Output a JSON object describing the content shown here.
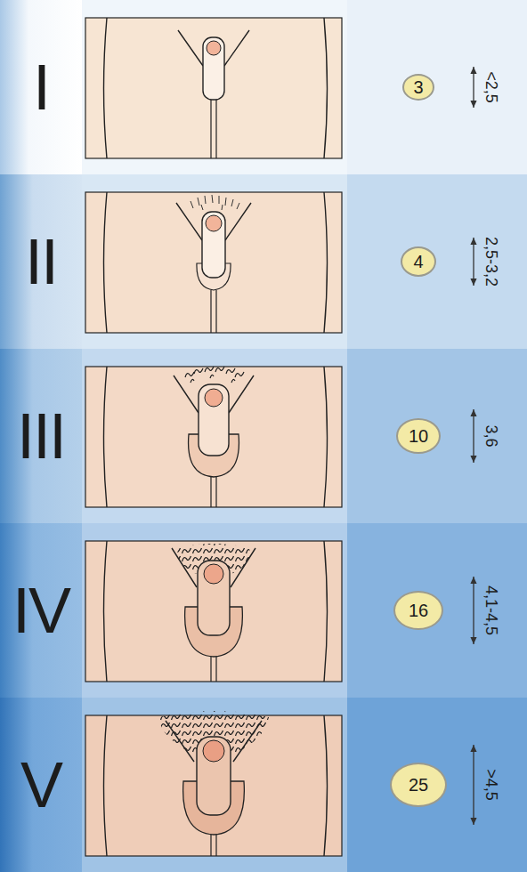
{
  "diagram": {
    "nodes": [
      {
        "text": [
          "3"
        ]
      },
      {
        "text": [
          "4"
        ]
      },
      {
        "text": [
          "10"
        ]
      },
      {
        "text": [
          "16"
        ]
      },
      {
        "text": [
          "25"
        ]
      }
    ],
    "labels": [
      "I",
      "<2,5",
      "II",
      "2,5-3,2",
      "III",
      "3,6",
      "IV",
      "4,1-4,5",
      "V",
      ">4,5"
    ]
  }
}
